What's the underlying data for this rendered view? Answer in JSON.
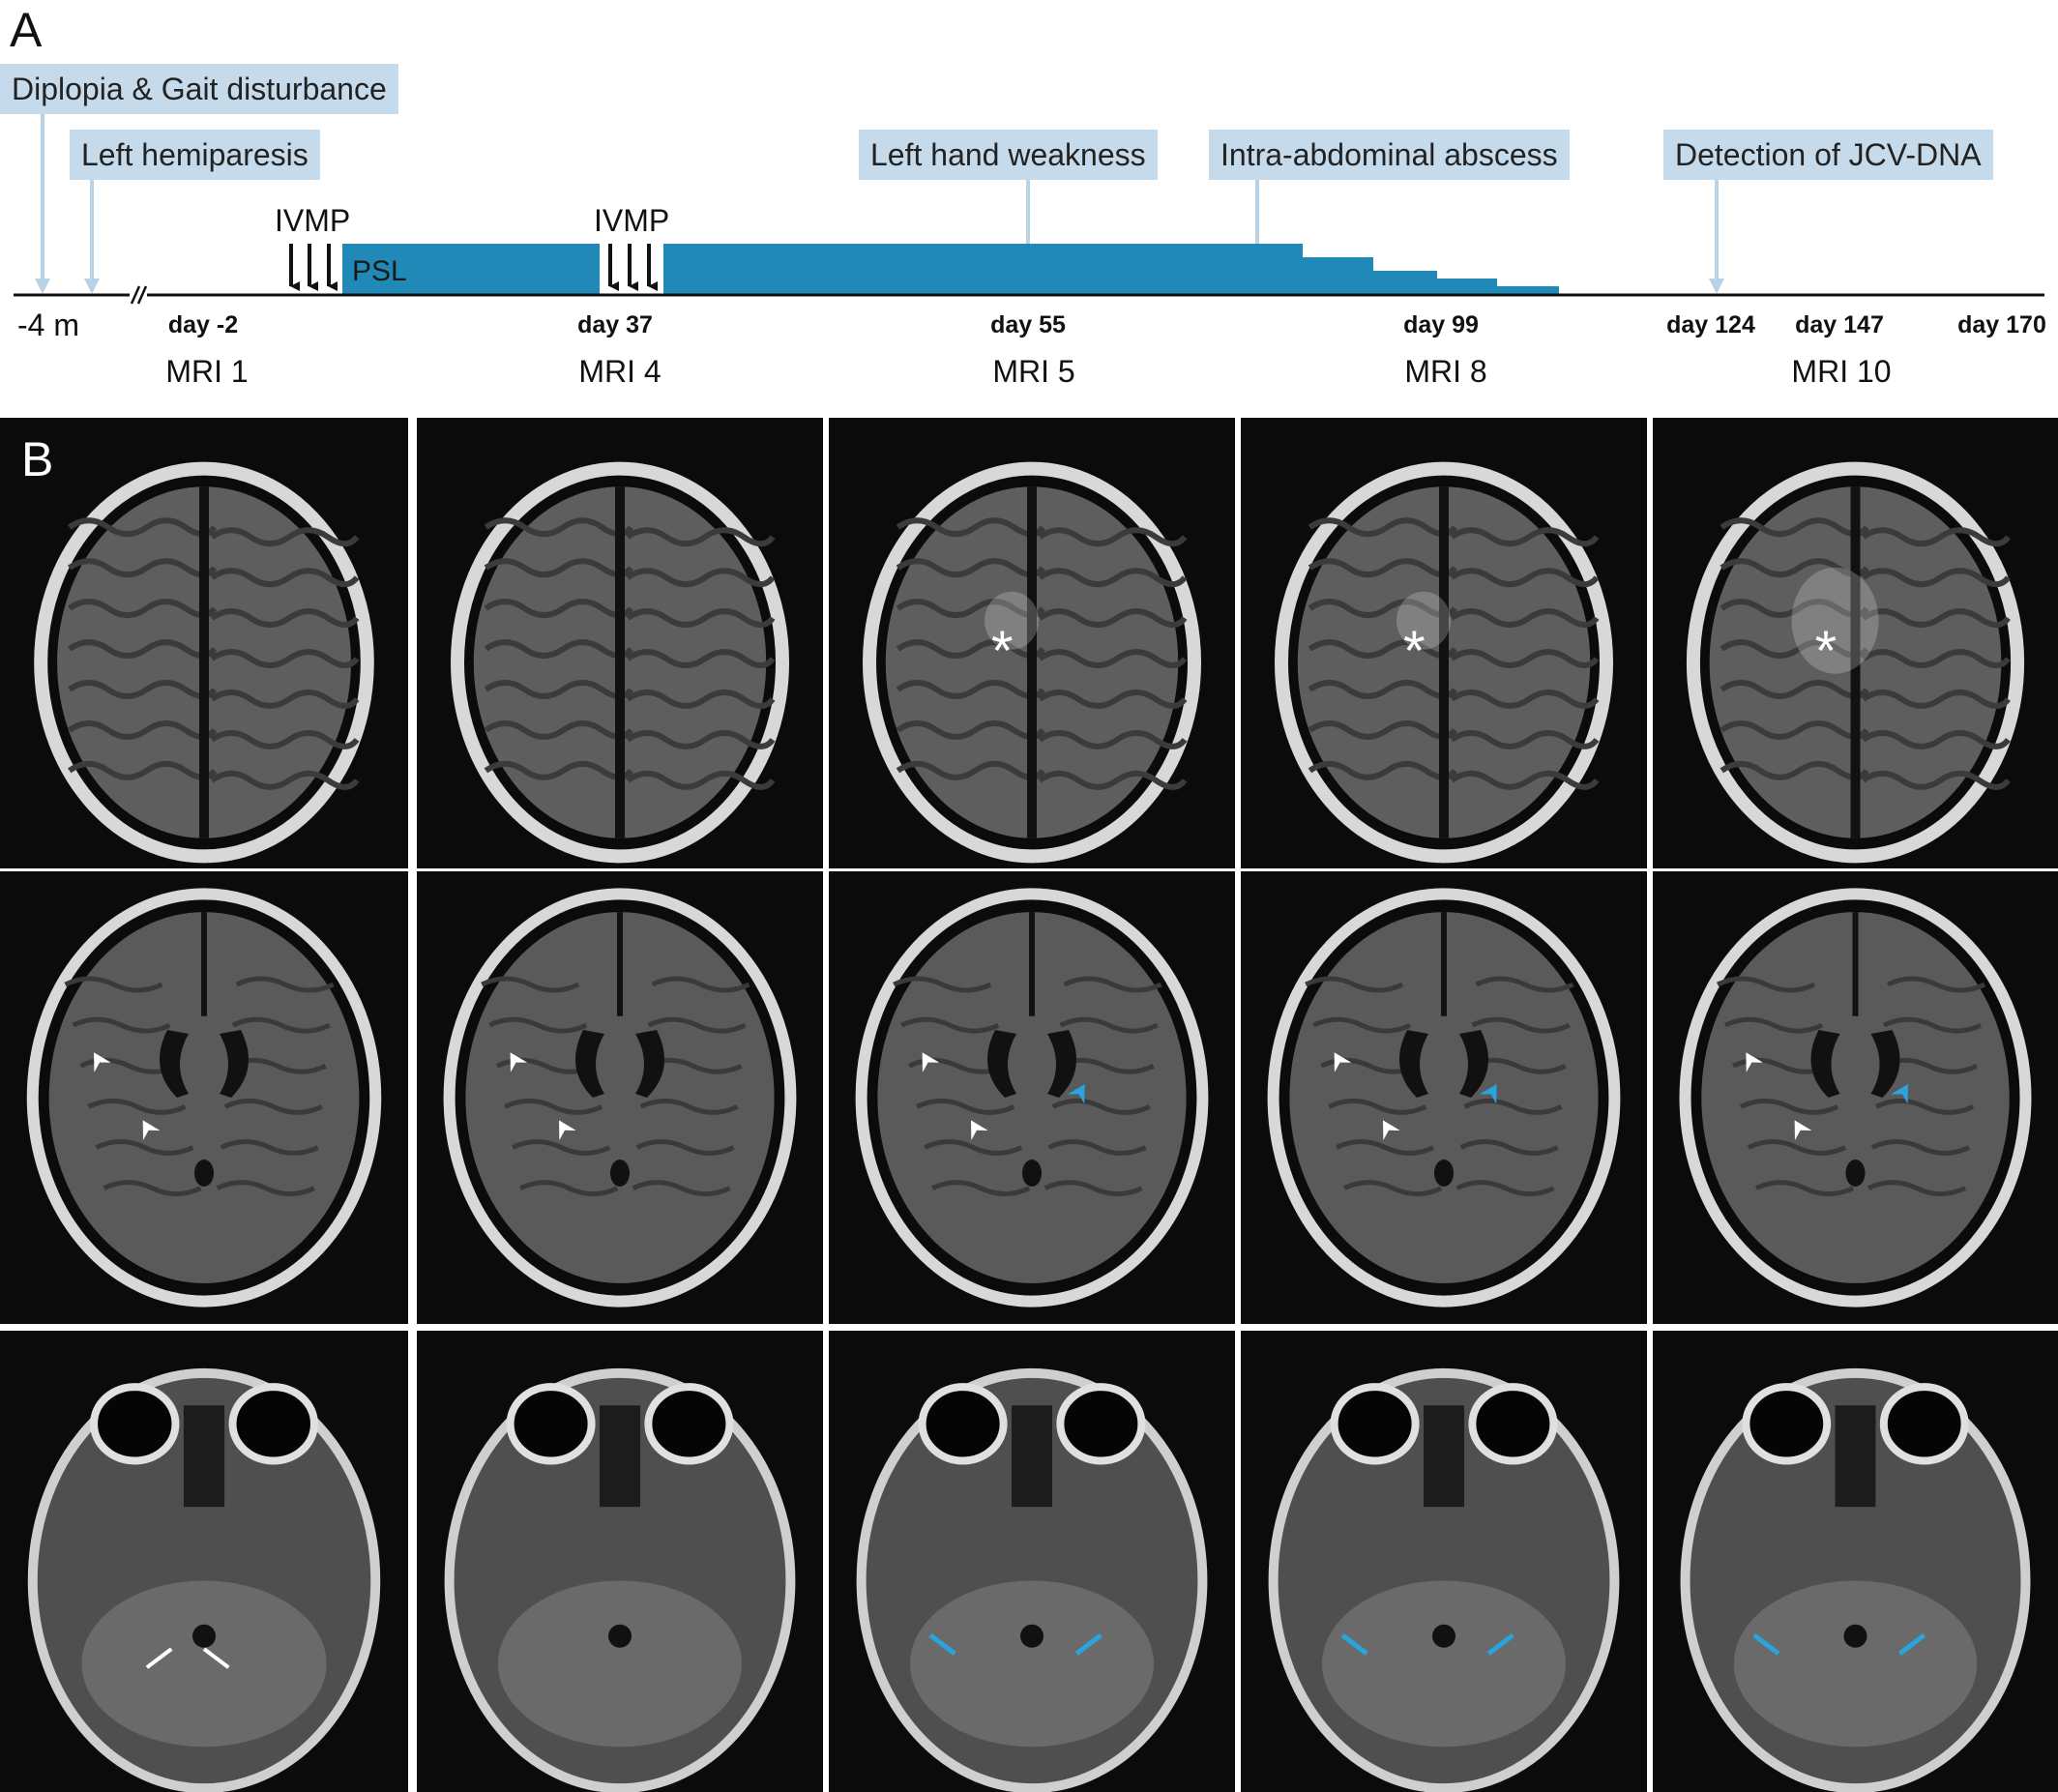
{
  "panel_a": {
    "letter": "A",
    "events": [
      {
        "label": "Diplopia & Gait disturbance"
      },
      {
        "label": "Left hemiparesis"
      },
      {
        "label": "Left hand weakness"
      },
      {
        "label": "Intra-abdominal abscess"
      },
      {
        "label": "Detection of JCV-DNA"
      }
    ],
    "ivmp_label": "IVMP",
    "psl_label": "PSL",
    "ticks": [
      "-4 m",
      "day -2",
      "day 37",
      "day 55",
      "day 99",
      "day 124",
      "day 147",
      "day 170"
    ],
    "mri": [
      "MRI 1",
      "MRI 4",
      "MRI 5",
      "MRI 8",
      "MRI 10"
    ],
    "colors": {
      "treatment_bar": "#2189b8",
      "event_box": "#c5dbeb",
      "event_arrow": "#b9d3e6"
    }
  },
  "panel_b": {
    "letter": "B",
    "asterisk": "*",
    "colors": {
      "white_marker": "#ffffff",
      "blue_marker": "#2aa4dc"
    }
  }
}
